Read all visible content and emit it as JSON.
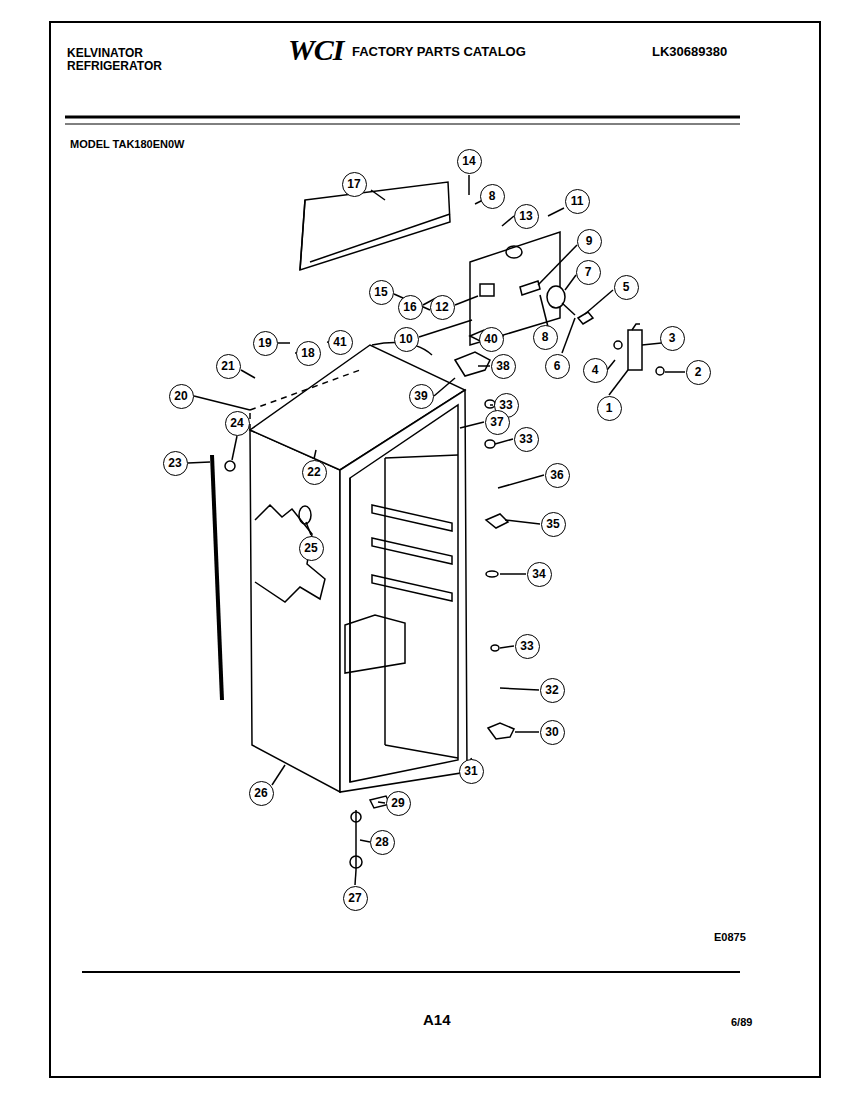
{
  "diagram": {
    "labels": [
      "KELVINATOR REFRIGERATOR",
      "WCI",
      "FACTORY PARTS CATALOG",
      "LK30689380",
      "MODEL TAK180EN0W",
      "E0875",
      "A14",
      "6/89",
      "1",
      "2",
      "3",
      "4",
      "5",
      "6",
      "7",
      "8",
      "8",
      "9",
      "10",
      "11",
      "12",
      "13",
      "14",
      "15",
      "16",
      "17",
      "18",
      "19",
      "20",
      "21",
      "22",
      "23",
      "24",
      "25",
      "26",
      "27",
      "28",
      "29",
      "30",
      "31",
      "32",
      "33",
      "33",
      "33",
      "34",
      "35",
      "36",
      "37",
      "38",
      "39",
      "40",
      "41"
    ]
  }
}
